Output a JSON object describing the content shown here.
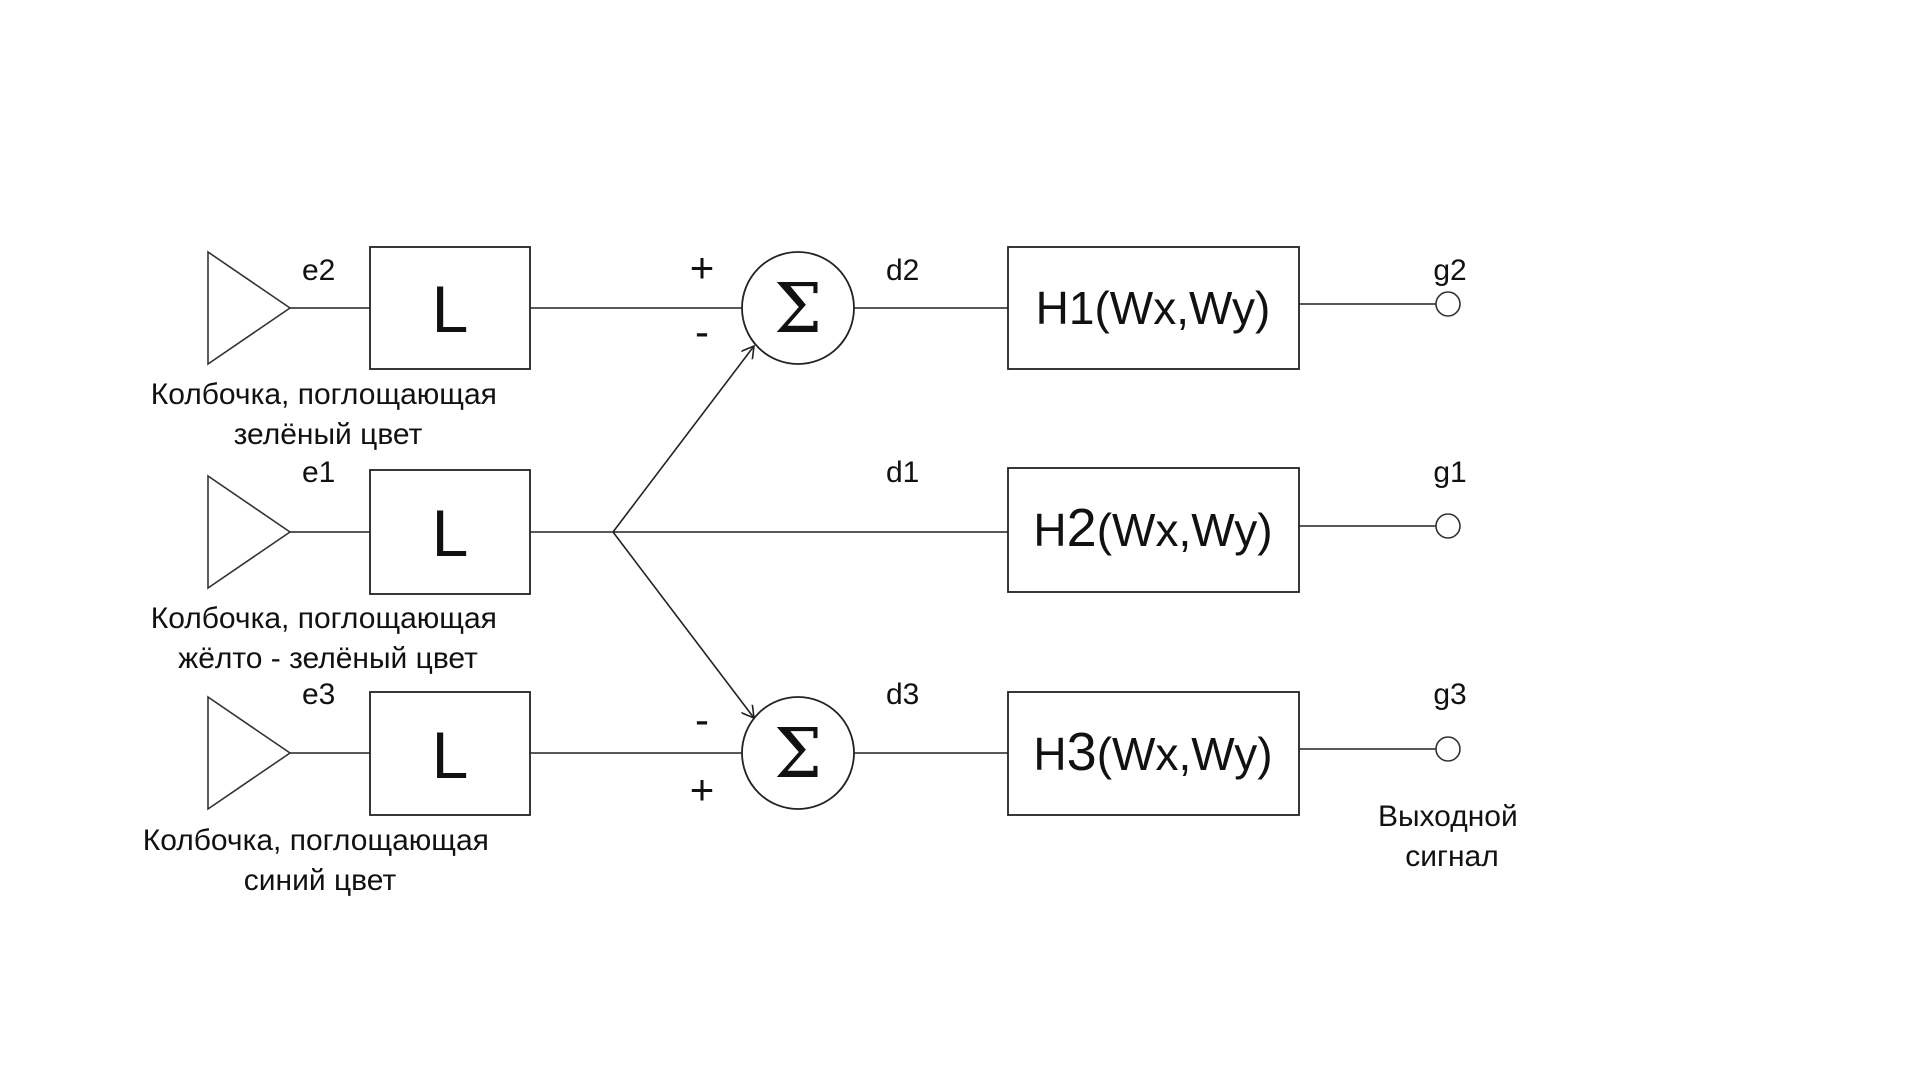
{
  "signals": {
    "e2": "e2",
    "e1": "e1",
    "e3": "e3",
    "d2": "d2",
    "d1": "d1",
    "d3": "d3",
    "g2": "g2",
    "g1": "g1",
    "g3": "g3"
  },
  "blocks": {
    "l_label": "L",
    "h1": {
      "prefix": "H",
      "index": "1",
      "args": "(Wx,Wy)"
    },
    "h2": {
      "prefix": "H",
      "index": "2",
      "args": "(Wx,Wy)"
    },
    "h3": {
      "prefix": "H",
      "index": "3",
      "args": "(Wx,Wy)"
    }
  },
  "summers": {
    "symbol": "Σ",
    "top": {
      "upper_sign": "+",
      "lower_sign": "-"
    },
    "bottom": {
      "upper_sign": "-",
      "lower_sign": "+"
    }
  },
  "captions": {
    "cone_green": [
      "Колбочка, поглощающая",
      "зелёный цвет"
    ],
    "cone_yellow_green": [
      "Колбочка, поглощающая",
      "жёлто - зелёный цвет"
    ],
    "cone_blue": [
      "Колбочка, поглощающая",
      "синий цвет"
    ],
    "output": [
      "Выходной",
      "сигнал"
    ]
  }
}
